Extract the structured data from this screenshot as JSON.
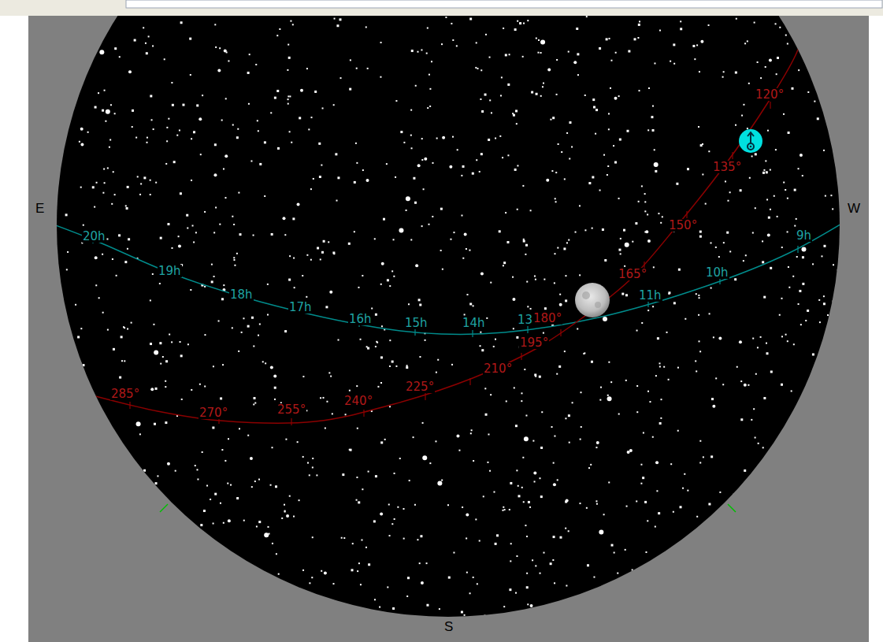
{
  "diagram": {
    "labels": [
      "E",
      "W",
      "S",
      "20h",
      "19h",
      "18h",
      "17h",
      "16h",
      "15h",
      "14h",
      "13h",
      "11h",
      "10h",
      "9h",
      "120°",
      "135°",
      "150°",
      "165°",
      "180°",
      "195°",
      "210°",
      "225°",
      "240°",
      "255°",
      "270°",
      "285°"
    ]
  }
}
